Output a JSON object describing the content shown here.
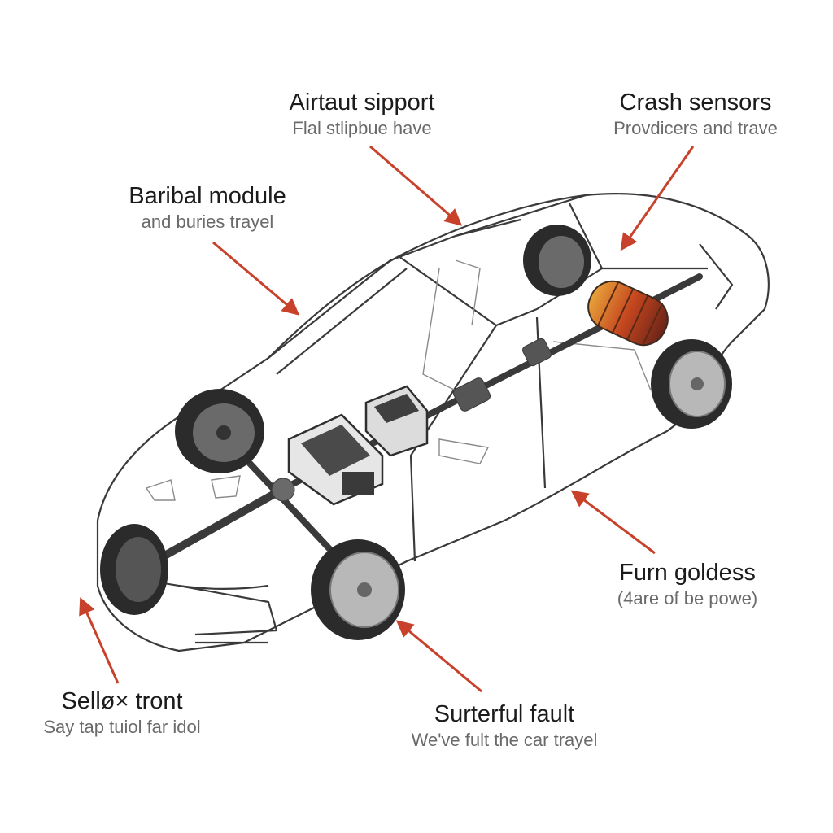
{
  "colors": {
    "arrow": "#c8412a",
    "outline": "#3a3a3a",
    "body": "#ffffff",
    "tire": "#2b2b2b",
    "rim": "#9a9a9a",
    "component": "#4a4a4a",
    "inflator": [
      "#e8a23a",
      "#c4461f",
      "#7a2a1a"
    ]
  },
  "callouts": {
    "airbag_support": {
      "title": "Airtaut sipport",
      "sub": "Flal stlipbue have"
    },
    "crash_sensors": {
      "title": "Crash sensors",
      "sub": "Provdicers and trave"
    },
    "airbag_module": {
      "title": "Baribal module",
      "sub": "and buries trayel"
    },
    "furn_goldess": {
      "title": "Furn goldess",
      "sub": "(4are of be powe)"
    },
    "seller_tront": {
      "title": "Sellø× tront",
      "sub": "Say tap tuiol far idol"
    },
    "surterful_fault": {
      "title": "Surterful fault",
      "sub": "We've fult the car trayel"
    }
  }
}
